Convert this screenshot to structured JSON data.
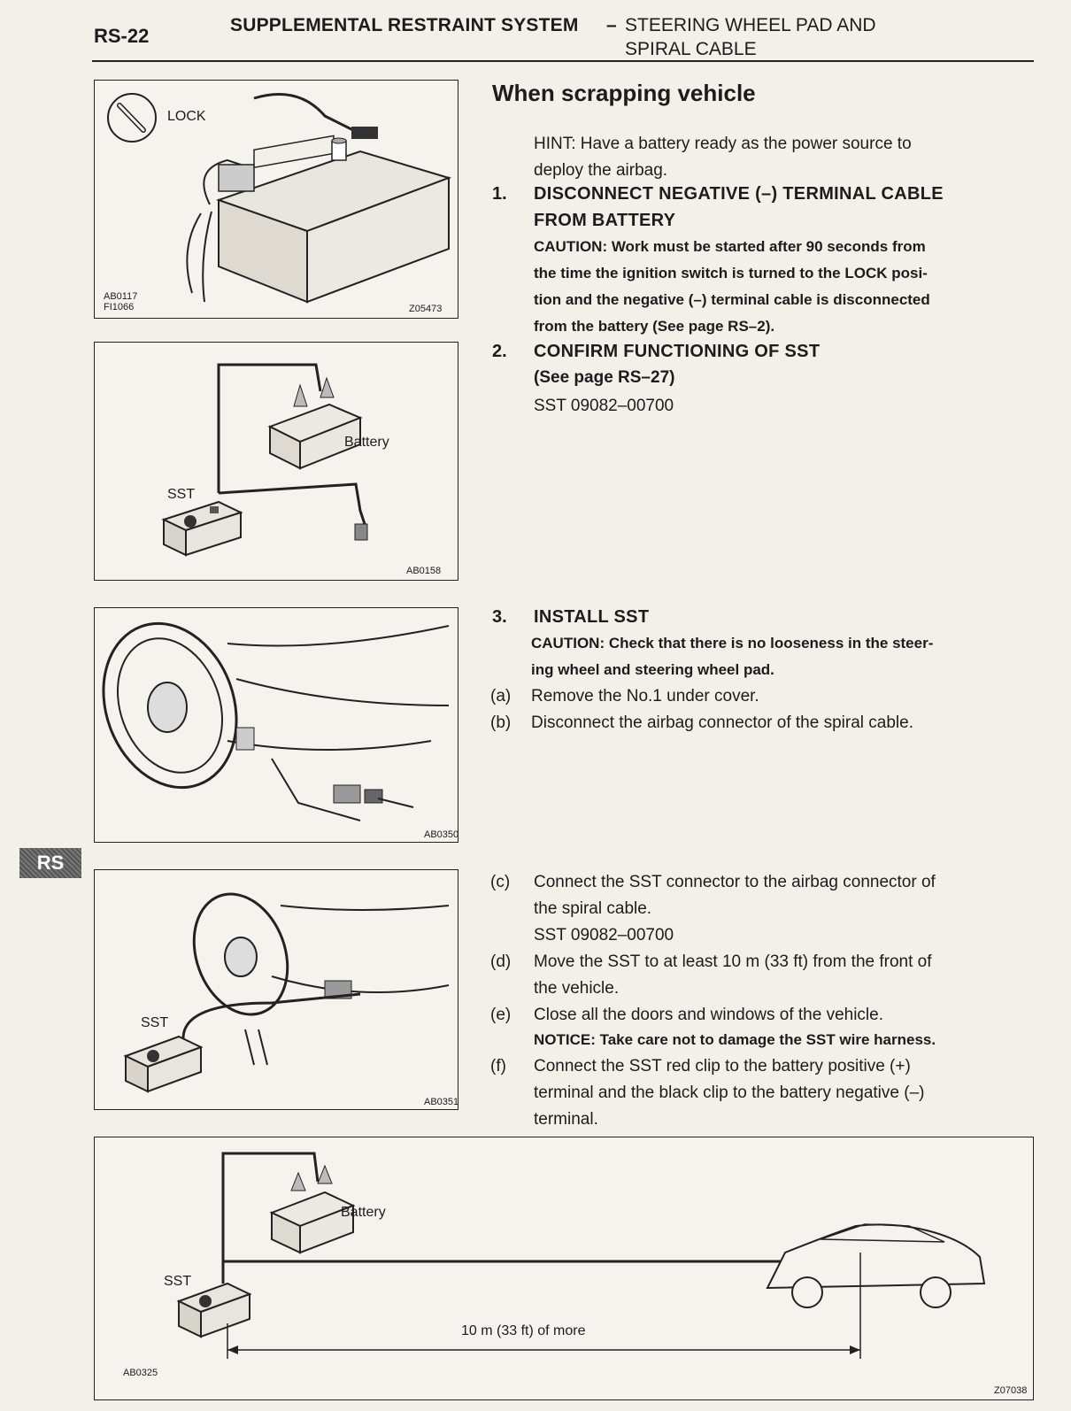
{
  "header": {
    "page_code": "RS-22",
    "section": "SUPPLEMENTAL RESTRAINT SYSTEM",
    "dash": "–",
    "subject_line1": "STEERING WHEEL PAD AND",
    "subject_line2": "SPIRAL CABLE"
  },
  "side_tab": "RS",
  "figures": {
    "fig1": {
      "label_lock": "LOCK",
      "code1": "AB0117",
      "code2": "FI1066",
      "code3": "Z05473"
    },
    "fig2": {
      "label_battery": "Battery",
      "label_sst": "SST",
      "code": "AB0158"
    },
    "fig3": {
      "code": "AB0350"
    },
    "fig4": {
      "label_sst": "SST",
      "code": "AB0351"
    },
    "fig5": {
      "label_battery": "Battery",
      "label_sst": "SST",
      "distance": "10 m (33 ft) of more",
      "code1": "AB0325",
      "code2": "Z07038"
    }
  },
  "content": {
    "title": "When scrapping vehicle",
    "hint_line1": "HINT: Have a battery ready as the power source to",
    "hint_line2": "deploy the airbag.",
    "step1_num": "1.",
    "step1_line1": "DISCONNECT NEGATIVE (–) TERMINAL CABLE",
    "step1_line2": "FROM BATTERY",
    "step1_caution_1": "CAUTION: Work must be started after 90 seconds from",
    "step1_caution_2": "the time the ignition switch is turned to the LOCK posi-",
    "step1_caution_3": "tion and the negative (–) terminal cable is disconnected",
    "step1_caution_4": "from the battery (See page RS–2).",
    "step2_num": "2.",
    "step2_title": "CONFIRM FUNCTIONING OF SST",
    "step2_ref": "(See page RS–27)",
    "step2_sst": "SST 09082–00700",
    "step3_num": "3.",
    "step3_title": "INSTALL SST",
    "step3_caution_1": "CAUTION: Check that there is no looseness in the steer-",
    "step3_caution_2": "ing wheel and steering wheel pad.",
    "a_label": "(a)",
    "a_text": "Remove the No.1 under cover.",
    "b_label": "(b)",
    "b_text": "Disconnect the airbag connector of the spiral cable.",
    "c_label": "(c)",
    "c_text_1": "Connect the SST connector to the airbag connector of",
    "c_text_2": "the spiral cable.",
    "c_sst": "SST 09082–00700",
    "d_label": "(d)",
    "d_text_1": "Move the SST to at least 10 m (33 ft) from the front of",
    "d_text_2": "the vehicle.",
    "e_label": "(e)",
    "e_text": "Close all the doors and windows of the vehicle.",
    "notice": "NOTICE: Take care not to damage the SST wire harness.",
    "f_label": "(f)",
    "f_text_1": "Connect the SST red clip to the battery positive (+)",
    "f_text_2": "terminal and the black clip to the battery negative (–)",
    "f_text_3": "terminal."
  }
}
